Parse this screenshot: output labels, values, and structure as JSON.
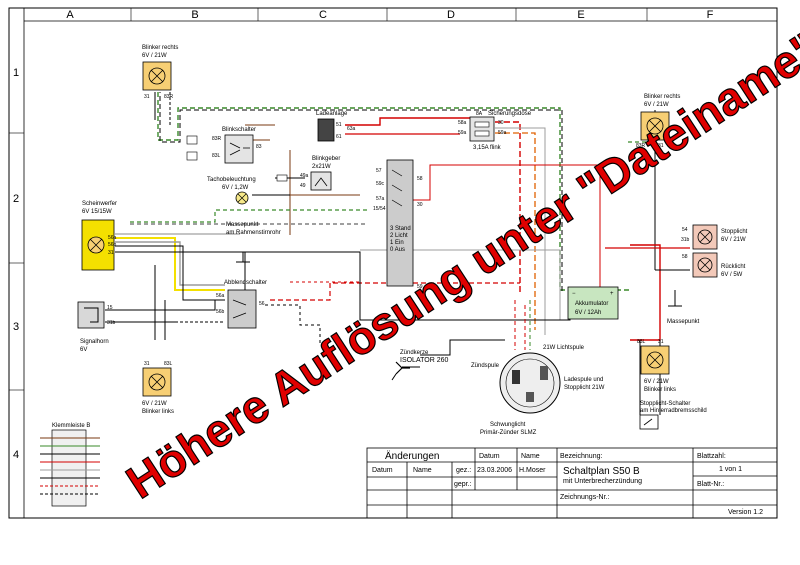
{
  "grid": {
    "columns": [
      "A",
      "B",
      "C",
      "D",
      "E",
      "F"
    ],
    "rows": [
      "1",
      "2",
      "3",
      "4"
    ]
  },
  "components": {
    "blinker_rechts_left": {
      "name": "Blinker rechts",
      "rating": "6V / 21W"
    },
    "blinker_rechts_right": {
      "name": "Blinker rechts",
      "rating": "6V / 21W"
    },
    "blinkschalter": "Blinkschalter",
    "ladeanlage": "Ladeanlage",
    "sicherungsdose": "Sicherungsdose",
    "sicherung_rating": "3,15A flink",
    "blinkgeber": {
      "name": "Blinkgeber",
      "rating": "2x21W"
    },
    "tachobeleuchtung": {
      "name": "Tachobeleuchtung",
      "rating": "6V / 1,2W"
    },
    "scheinwerfer": {
      "name": "Scheinwerfer",
      "rating": "6V 15/15W"
    },
    "massepunkt_rahmen": {
      "name": "Massepunkt",
      "detail": "am Rahmenstirnrohr"
    },
    "zuendschloss": {
      "pos3": "3 Stand",
      "pos2": "2 Licht",
      "pos1": "1 Ein",
      "pos0": "0 Aus"
    },
    "stopplicht": {
      "name": "Stopplicht",
      "rating": "6V / 21W"
    },
    "ruecklicht": {
      "name": "Rücklicht",
      "rating": "6V / 5W"
    },
    "abblendschalter": "Abblendschalter",
    "akkumulator": {
      "name": "Akkumulator",
      "rating": "6V / 12Ah"
    },
    "massepunkt_right": "Massepunkt",
    "signalhorn": {
      "name": "Signalhorn",
      "rating": "6V"
    },
    "zuendkerze": {
      "name": "Zündkerze",
      "detail": "ISOLATOR 260"
    },
    "zuendspule": "Zündspule",
    "lichtspule": "21W Lichtspule",
    "ladespule": {
      "line1": "Ladespule und",
      "line2": "Stopplicht 21W"
    },
    "schwunglicht": {
      "line1": "Schwunglicht",
      "line2": "Primär-Zünder SLMZ"
    },
    "blinker_links_left": {
      "name": "Blinker links",
      "rating": "6V / 21W"
    },
    "blinker_links_right": {
      "name": "Blinker links",
      "rating": "6V / 21W"
    },
    "stopplicht_schalter": {
      "line1": "Stopplicht-Schalter",
      "line2": "am Hinterradbremsschild"
    },
    "klemmleiste": "Klemmleiste B"
  },
  "pins": {
    "p31": "31",
    "p83R": "83R",
    "p83L": "83L",
    "p83": "83",
    "p49": "49",
    "p49a": "49a",
    "p51": "51",
    "p61": "61",
    "p63a": "63a",
    "p58a": "58a",
    "p59a": "59a",
    "p8A": "8A",
    "p30": "30",
    "p15": "15",
    "p57": "57",
    "p58": "58",
    "p59c": "59c",
    "p57a": "57a",
    "p15_54": "15/54",
    "p56": "56",
    "p56a": "56a",
    "p56b": "56b",
    "p54": "54",
    "p31b": "31b",
    "p59": "59"
  },
  "title_block": {
    "aenderungen": "Änderungen",
    "datum": "Datum",
    "name": "Name",
    "gez": "gez.:",
    "gez_date": "23.03.2006",
    "gez_name": "H.Moser",
    "gepr": "gepr.:",
    "bezeichnung_label": "Bezeichnung:",
    "bezeichnung": "Schaltplan S50 B",
    "bezeichnung_sub": "mit Unterbrecherzündung",
    "zeichnungs_nr": "Zeichnungs-Nr.:",
    "blattzahl": "Blattzahl:",
    "blatt_value": "1 von 1",
    "blatt_nr": "Blatt-Nr.:",
    "version": "Version 1.2"
  },
  "watermark": "Höhere Auflösung unter \"Dateiname\".PDF",
  "colors": {
    "red": "#d40000",
    "green": "#3a8a2a",
    "brown": "#7a3a10",
    "yellow": "#f4e000",
    "lamp": "#f7cf74",
    "watermark": "#e00000"
  }
}
